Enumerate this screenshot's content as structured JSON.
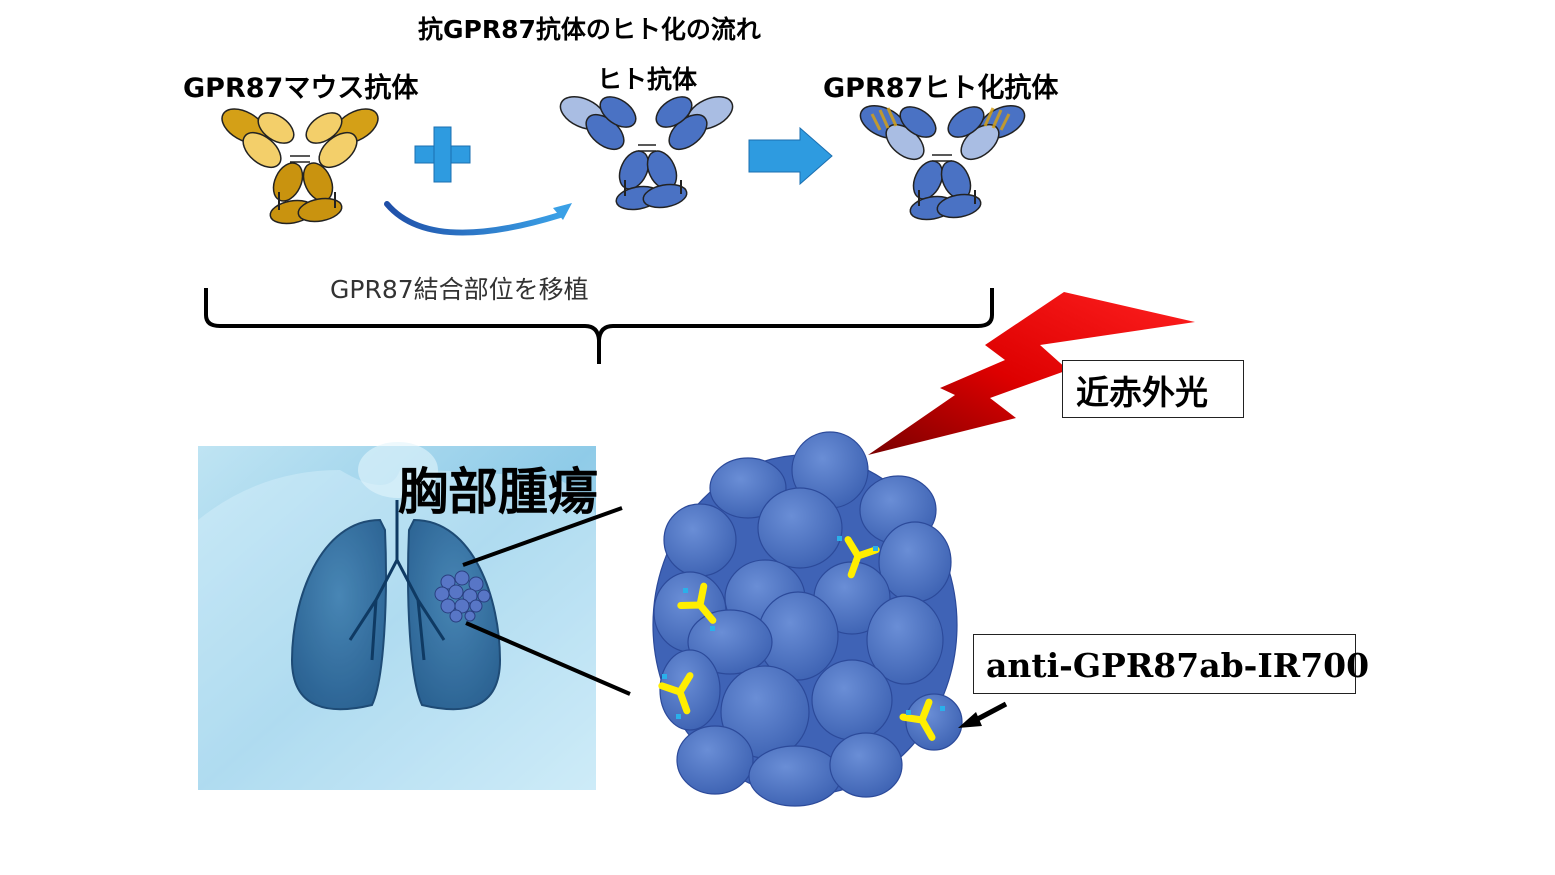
{
  "title": "抗GPR87抗体のヒト化の流れ",
  "mouse_antibody_label": "GPR87マウス抗体",
  "human_antibody_label": "ヒト抗体",
  "humanized_antibody_label": "GPR87ヒト化抗体",
  "graft_label": "GPR87結合部位を移植",
  "tumor_label": "胸部腫瘍",
  "nir_label": "近赤外光",
  "conjugate_label": "anti-GPR87ab-IR700",
  "colors": {
    "mouse_antibody": "#d4a017",
    "human_antibody": "#4a72c4",
    "human_antibody_light": "#a9bde3",
    "plus_arrow": "#2e9be0",
    "tumor_cells": "#4c70c2",
    "light_bolt": "#e20000",
    "conjugate": "#ffee00"
  }
}
